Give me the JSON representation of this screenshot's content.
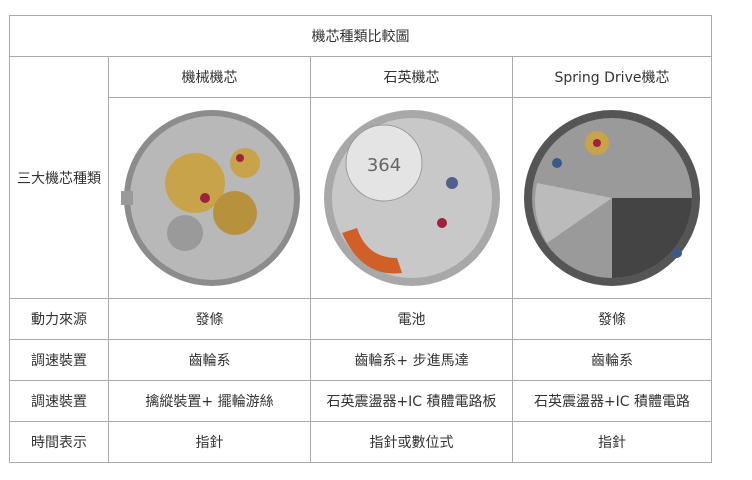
{
  "title": "機芯種類比較圖",
  "headers": [
    "機械機芯",
    "石英機芯",
    "Spring Drive機芯"
  ],
  "image_row_label": "三大機芯種類",
  "quartz_battery_label": "364",
  "rows": [
    {
      "label": "動力來源",
      "values": [
        "發條",
        "電池",
        "發條"
      ]
    },
    {
      "label": "調速裝置",
      "values": [
        "齒輪系",
        "齒輪系+ 步進馬達",
        "齒輪系"
      ]
    },
    {
      "label": "調速裝置",
      "values": [
        "擒縱裝置+ 擺輪游絲",
        "石英震盪器+IC 積體電路板",
        "石英震盪器+IC 積體電路"
      ]
    },
    {
      "label": "時間表示",
      "values": [
        "指針",
        "指針或數位式",
        "指針"
      ]
    }
  ]
}
